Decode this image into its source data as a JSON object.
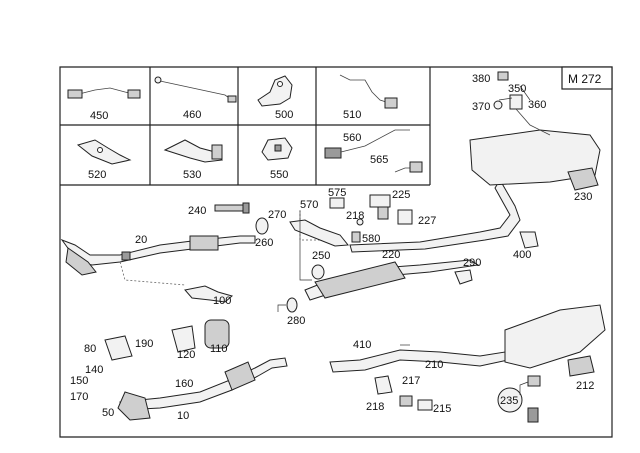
{
  "diagram": {
    "model_code": "M 272",
    "inset_labels": [
      "450",
      "460",
      "500",
      "510",
      "520",
      "530",
      "550",
      "560",
      "565"
    ],
    "part_labels": [
      "380",
      "350",
      "370",
      "360",
      "230",
      "575",
      "225",
      "570",
      "270",
      "218",
      "227",
      "240",
      "580",
      "260",
      "20",
      "220",
      "400",
      "250",
      "290",
      "100",
      "280",
      "80",
      "190",
      "120",
      "110",
      "410",
      "210",
      "140",
      "150",
      "160",
      "170",
      "50",
      "10",
      "217",
      "218",
      "215",
      "212",
      "235"
    ]
  }
}
